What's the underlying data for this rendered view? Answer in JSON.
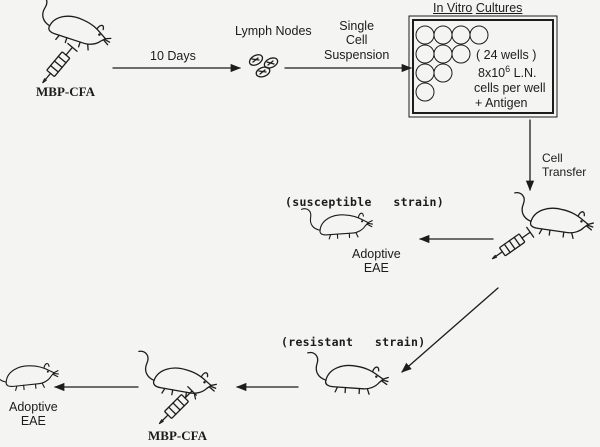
{
  "labels": {
    "mbp_cfa_top": "MBP-CFA",
    "ten_days": "10 Days",
    "lymph_nodes": "Lymph Nodes",
    "single_cell": "Single\nCell\nSuspension",
    "in_vitro": "In Vitro",
    "cultures": "Cultures",
    "wells": "( 24 wells )",
    "cells_line": "8x10",
    "cells_exp": "6",
    "cells_ln": " L.N.",
    "cells_per_well": "cells per well",
    "plus_antigen": "+ Antigen",
    "cell_transfer": "Cell\nTransfer",
    "susceptible": "(susceptible   strain)",
    "adoptive_eae_mid": "Adoptive\nEAE",
    "resistant": "(resistant   strain)",
    "adoptive_eae_bottom": "Adoptive\nEAE",
    "mbp_cfa_bottom": "MBP-CFA"
  }
}
